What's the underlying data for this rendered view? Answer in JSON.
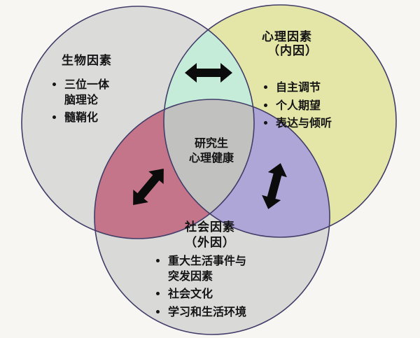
{
  "diagram": {
    "stroke_color": "#423d69",
    "arrow_color": "#0b0b0b",
    "background": "#f7f6f3",
    "circles": {
      "bio": {
        "title": "生物因素",
        "fill": "#dbdbd9",
        "items": [
          "三位一体脑理论",
          "髓鞘化"
        ]
      },
      "psych": {
        "title": "心理因素",
        "subtitle": "（内因）",
        "fill": "#e3e6a6",
        "items": [
          "自主调节",
          "个人期望",
          "表达与倾听"
        ]
      },
      "social": {
        "title": "社会因素",
        "subtitle": "（外因）",
        "fill": "#d9d9d7",
        "items": [
          "重大生活事件与突发因素",
          "社会文化",
          "学习和生活环境"
        ]
      }
    },
    "overlaps": {
      "bio_psych": "#c4ecd9",
      "bio_social": "#c4758a",
      "psych_social": "#afa6d8"
    },
    "center": {
      "line1": "研究生",
      "line2": "心理健康",
      "fill": "#c1c1bf"
    }
  }
}
